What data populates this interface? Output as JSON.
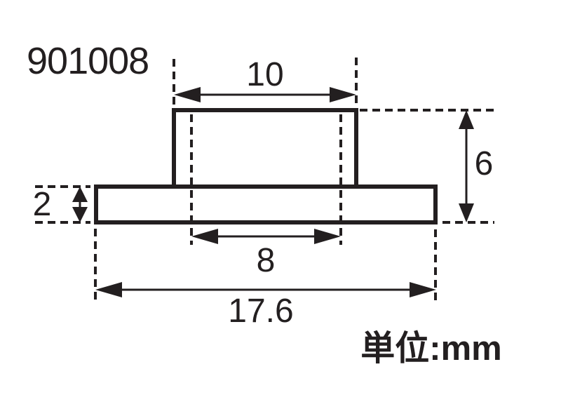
{
  "part_number": "901008",
  "unit_note": "単位:mm",
  "dimensions": {
    "cap_width": "10",
    "total_height": "6",
    "flange_thickness": "2",
    "hole_width": "8",
    "flange_width": "17.6"
  },
  "colors": {
    "ink": "#231f20",
    "background": "#ffffff"
  }
}
